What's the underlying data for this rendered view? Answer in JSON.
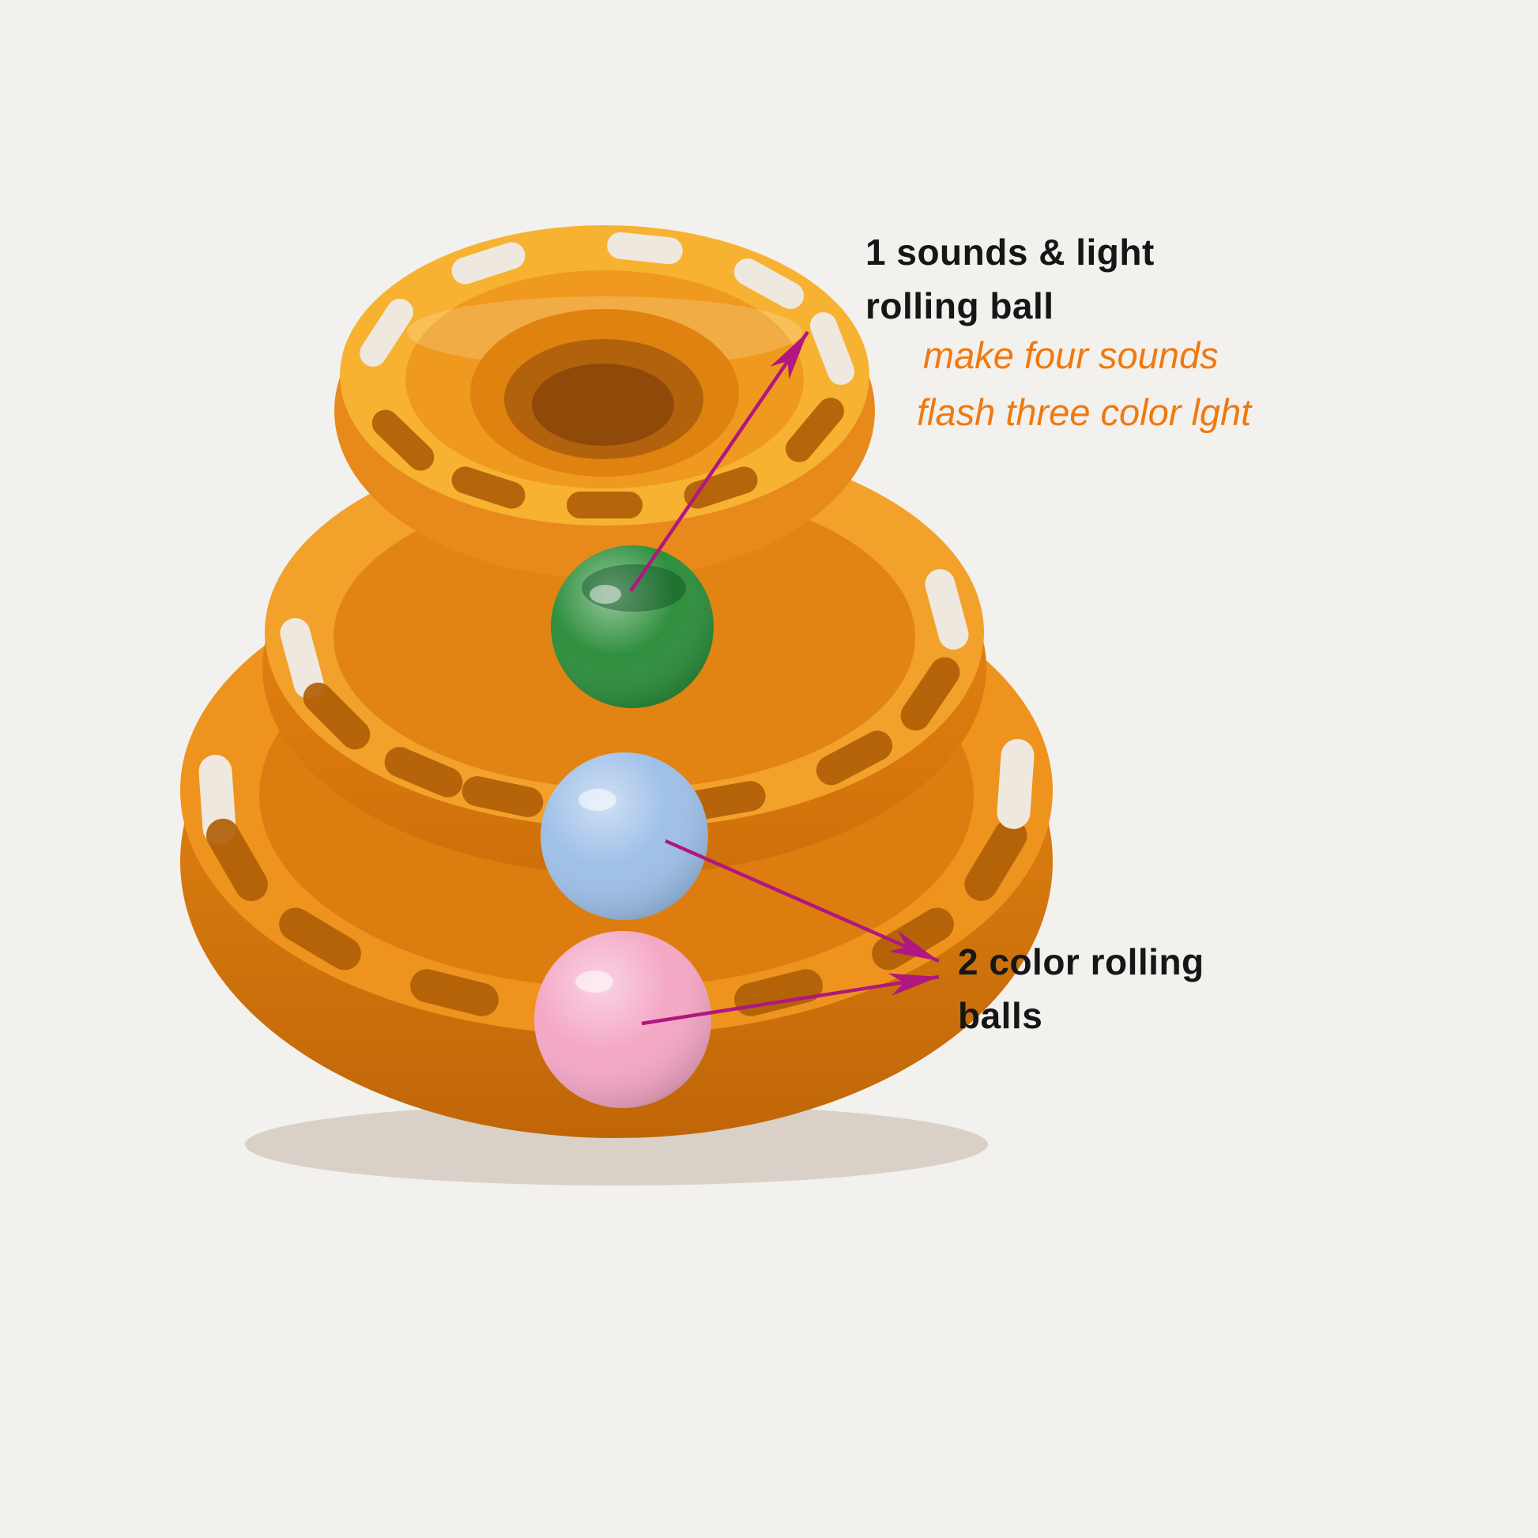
{
  "scene": {
    "alt": "three-tier orange plastic cat ball-track tower toy with green, blue and pink rolling balls"
  },
  "annotations": {
    "sound_light": {
      "line1": "1 sounds & light",
      "line2": "rolling ball"
    },
    "features": {
      "line1": "make four sounds",
      "line2": "flash three color lght"
    },
    "color_balls": {
      "line1": "2 color rolling",
      "line2": "balls"
    }
  },
  "colors": {
    "background": "#f3f1ee",
    "arrow": "#b0177f",
    "annotation_text": "#161616",
    "annotation_accent": "#f0790f",
    "tier_top": "#f7b231",
    "tier_middle": "#f2a12b",
    "tier_bottom": "#ee941e",
    "ball_green": "#2f8f3e",
    "ball_blue": "#9fc0e8",
    "ball_pink": "#f4a8c6"
  }
}
